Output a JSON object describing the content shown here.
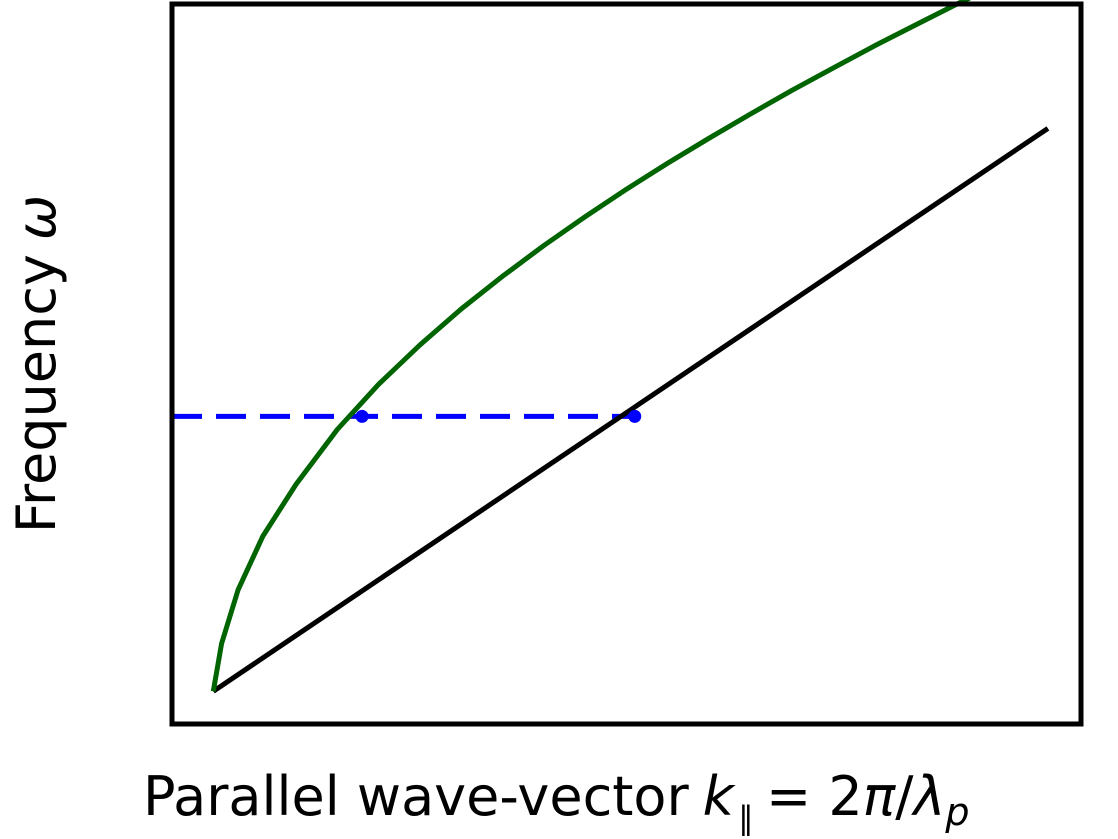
{
  "chart_data": {
    "type": "line",
    "title": "",
    "xlabel": "Parallel wave-vector",
    "xlabel_math": {
      "symbol": "k",
      "subscript": "∥",
      "equals": "= 2",
      "pi": "π",
      "slash": "/",
      "lambda": "λ",
      "lambda_sub": "p"
    },
    "ylabel": "Frequency",
    "ylabel_symbol": "ω",
    "xlim": [
      0,
      1.1
    ],
    "ylim": [
      0,
      1.1
    ],
    "grid": false,
    "axis_ticks": false,
    "series": [
      {
        "key": "curve",
        "color": "#006400",
        "style": "solid",
        "x": [
          0.05,
          0.06,
          0.08,
          0.11,
          0.15,
          0.2,
          0.25,
          0.3,
          0.35,
          0.4,
          0.45,
          0.5,
          0.55,
          0.6,
          0.65,
          0.7,
          0.75,
          0.8,
          0.85,
          0.9,
          0.95,
          1.0,
          1.05
        ],
        "y": [
          0.05,
          0.123,
          0.205,
          0.287,
          0.366,
          0.45,
          0.519,
          0.579,
          0.634,
          0.684,
          0.731,
          0.775,
          0.817,
          0.857,
          0.895,
          0.932,
          0.968,
          1.002,
          1.036,
          1.068,
          1.1,
          1.13,
          1.16
        ]
      },
      {
        "key": "line",
        "color": "#000000",
        "style": "solid",
        "x": [
          0.05,
          1.06
        ],
        "y": [
          0.05,
          0.91
        ]
      },
      {
        "key": "hline",
        "color": "#0000ff",
        "style": "dashed",
        "x": [
          0.0,
          0.56
        ],
        "y": [
          0.47,
          0.47
        ]
      }
    ],
    "points": [
      {
        "x": 0.23,
        "y": 0.47,
        "color": "#0000ff"
      },
      {
        "x": 0.56,
        "y": 0.47,
        "color": "#0000ff"
      }
    ]
  }
}
